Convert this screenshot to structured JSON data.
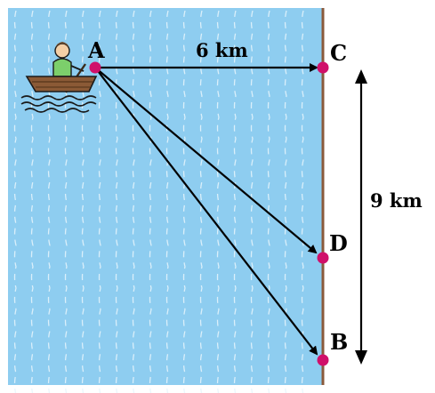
{
  "colors": {
    "water": "#8ecdf0",
    "wave": "#e8f5fc",
    "shore": "#8a5a3b",
    "point": "#d0106a",
    "arrow": "#000000",
    "boat": "#8b5a36",
    "shirt": "#7ccf6b",
    "skin": "#f4cfa6"
  },
  "points": {
    "a": "A",
    "b": "B",
    "c": "C",
    "d": "D"
  },
  "distances": {
    "ac": "6 km",
    "cb": "9 km"
  },
  "icons": {
    "boat": "rowing-boat-icon"
  }
}
